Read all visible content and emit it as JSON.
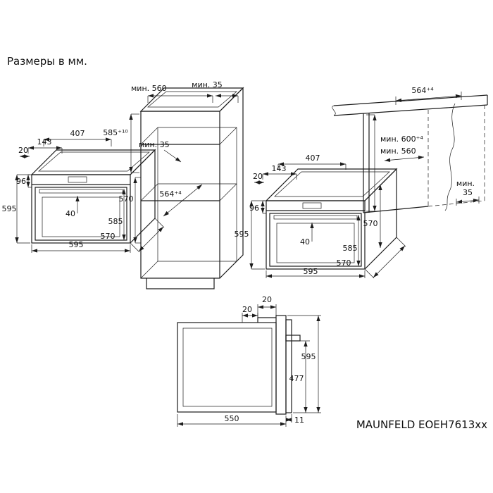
{
  "page": {
    "title": "Размеры в мм.",
    "model": "MAUNFELD EOEH7613xx"
  },
  "left_oven": {
    "top_depth": "407",
    "top_front": "143",
    "top_gap": "20",
    "panel_height": "96",
    "height": "595",
    "handle_clearance": "40",
    "door_height": "585",
    "width": "595",
    "depth": "570"
  },
  "tall_cabinet": {
    "niche_width": "мин. 560",
    "rear_gap_top": "мин. 35",
    "niche_height": "585⁺¹⁰",
    "rear_gap_inner": "мин. 35",
    "inner_height": "570",
    "niche_depth": "564⁺⁴"
  },
  "right_oven": {
    "top_front": "143",
    "top_depth": "407",
    "top_gap": "20",
    "panel_height": "96",
    "height": "595",
    "handle_clearance": "40",
    "door_height": "585",
    "width": "595",
    "depth": "570",
    "side_depth": "570"
  },
  "base_cabinet": {
    "niche_depth": "564⁺⁴",
    "niche_height": "мин. 600⁺⁴",
    "niche_width": "мин. 560",
    "rear_gap_label": "мин.",
    "rear_gap_value": "35"
  },
  "section_view": {
    "frame_gap": "20",
    "front_gap": "20",
    "height": "595",
    "door_height": "477",
    "depth": "550",
    "bottom_gap": "11"
  }
}
